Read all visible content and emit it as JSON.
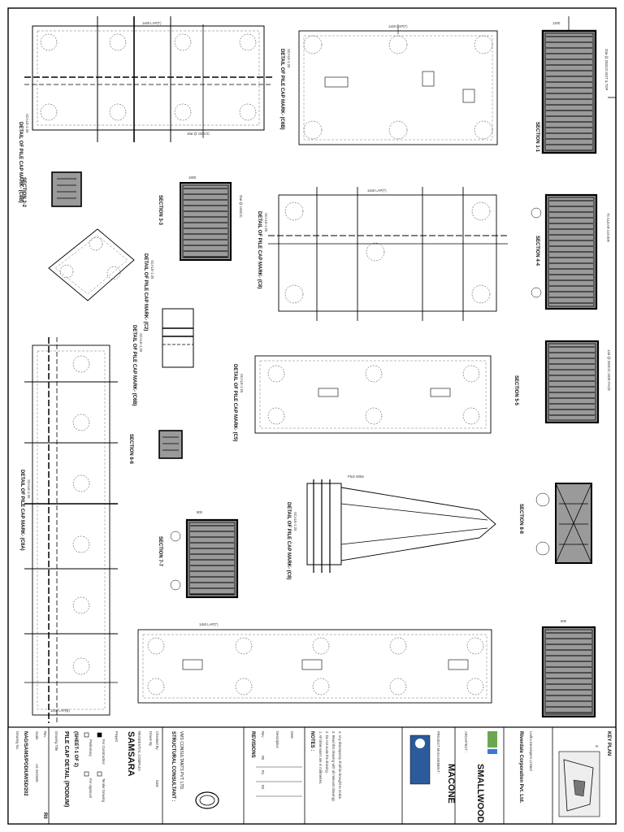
{
  "sheet": {
    "key_plan": "KEY PLAN",
    "north_mark": "N"
  },
  "details": {
    "d1": "DETAIL OF PILE CAP MARK- (C8B)",
    "d1_scale": "SCALE-1:25",
    "d2": "DETAIL OF PILE CAP MARK- (C6B)",
    "d2_scale": "SCALE-1:25",
    "d3": "DETAIL OF PILE CAP MARK- (C2)",
    "d3_scale": "SCALE-1:25",
    "d4": "DETAIL OF PILE CAP MARK- (C8)",
    "d4_scale": "SCALE-1:25",
    "d5": "DETAIL OF PILE CAP MARK- (C6B)",
    "d5_scale": "SCALE-1:25",
    "d6": "DETAIL OF PILE CAP MARK- (C5)",
    "d6_scale": "SCALE-1:25",
    "d7": "DETAIL OF PILE CAP MARK- (C8A)",
    "d7_scale": "SCALE-1:25",
    "d8": "DETAIL OF PILE CAP MARK- (C8)",
    "d8_scale": "SCALE-1:25"
  },
  "sections": {
    "s1": "SECTION 1-1",
    "s2": "SECTION 2-2",
    "s3": "SECTION 3-3",
    "s4": "SECTION 4-4",
    "s5": "SECTION 5-5",
    "s6": "SECTION 6-6",
    "s7": "SECTION 7-7",
    "s8": "SECTION 8-8"
  },
  "callouts": {
    "lap": "1x50 LAP(T)",
    "lap_b": "1x50 LAP(B)",
    "bars1": "20ø @ 200C/C BOT & TOP",
    "bars2": "16ø @ 150C/C",
    "bars3": "12ø @ 200C/C SIDE FACE",
    "bars4": "25ø @ 150C/C",
    "cover": "75 CLEAR COVER",
    "pile": "PILE 600ø",
    "dim1": "1200",
    "dim2": "1800",
    "dim3": "900",
    "dim4": "600"
  },
  "title_block": {
    "client": "Riverdale Corporation Pvt. Ltd.",
    "company_line": "Lodha Developers Limited",
    "structural_label": "STRUCTURAL CONSULTANT :",
    "structural_firm": "VMS CONSULTANTS PVT. LTD.",
    "architect_label": "ARCHITECT :",
    "architect": "SMALLWOOD",
    "project_mgmt_label": "PROJECT MANAGEMENT :",
    "project_mgmt": "MACONE",
    "notes_label": "NOTES :",
    "notes": [
      "1. All dimensions are in millimetres.",
      "2. Do not scale the drawing.",
      "3. Read this drawing with all relevant drawings.",
      "4. Any discrepancy shall be brought to notice."
    ],
    "revisions_label": "REVISIONS",
    "rev_cols": [
      "Rev",
      "Description",
      "Date"
    ],
    "rev_rows": [
      [
        "R0",
        "",
        ""
      ],
      [
        "R1",
        "",
        ""
      ],
      [
        "R2",
        "",
        ""
      ]
    ],
    "project_label": "Project",
    "project_name": "SAMSARA",
    "project_desc": "RESIDENTIAL COMPLEX",
    "drawing_title_label": "Drawing Title",
    "drawing_title": "PILE CAP DETAIL (PODIUM)",
    "sheet_no": "(SHEET-1 OF 2)",
    "drawn_by_label": "Drawn By",
    "checked_by_label": "Checked By",
    "date_label": "Date",
    "scale_label": "Scale",
    "scale_value": "AS SHOWN",
    "drawing_no_label": "Drawing No.",
    "drawing_no": "NAG/SAMS/PODIUM/SD/202",
    "revision_label": "Rev",
    "revision_no": "R0",
    "status_options": [
      "Preliminary",
      "For Approval",
      "For Construction",
      "Tender Drawing"
    ]
  }
}
